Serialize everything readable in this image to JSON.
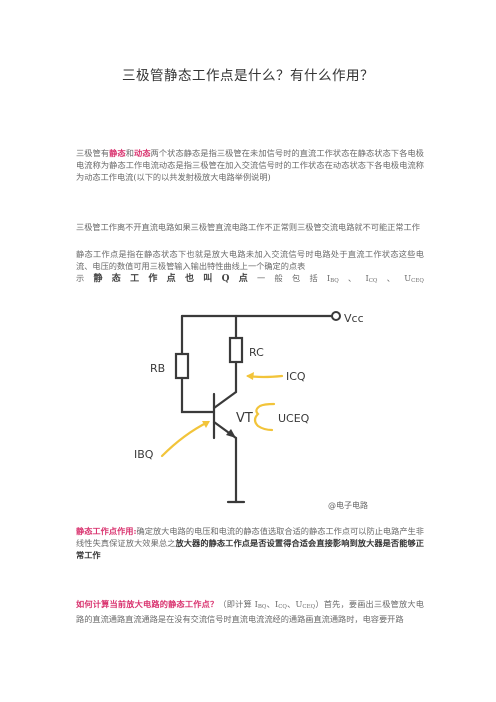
{
  "title": "三极管静态工作点是什么？有什么作用？",
  "para1": {
    "t1": "三极管有",
    "static": "静态",
    "t2": "和",
    "dynamic": "动态",
    "t3": "两个状态静态是指三极管在未加信号时的直流工作状态在静态状态下各电极电流称为静态工作电流动态是指三极管在加入交流信号时的工作状态在动态状态下各电极电流称为动态工作电流(以下的以共发射极放大电路举例说明)"
  },
  "para2": "三极管工作离不开直流电路如果三极管直流电路工作不正常则三极管交流电路就不可能正常工作",
  "para3": {
    "text": "静态工作点是指在静态状态下也就是放大电路未加入交流信号时电路处于直流工作状态这些电流、电压的数值可用三极管输入输出特性曲线上一个确定的点表",
    "spread": [
      "示",
      "静",
      "态",
      "工",
      "作",
      "点",
      "也",
      "叫",
      "Q",
      "点",
      "一",
      "般",
      "包",
      "括"
    ],
    "bold_from": 1,
    "bold_to": 9,
    "i1": "I",
    "i1sub": "BQ",
    "sep1": "、",
    "i2": "I",
    "i2sub": "CQ",
    "sep2": "、",
    "i3": "U",
    "i3sub": "CEQ"
  },
  "diagram": {
    "vcc": "Vcc",
    "rb": "RB",
    "rc": "RC",
    "icq": "ICQ",
    "vt": "VT",
    "uceq": "UCEQ",
    "ibq": "IBQ",
    "watermark": "@电子电路"
  },
  "para4": {
    "head": "静态工作点作用:",
    "t1": "确定放大电路的电压和电流的静态值选取合适的静态工作点可以防止电路产生非线性失真保证放大效果总之",
    "bold": "放大器的静态工作点是否设置得合适会直接影响到放大器是否能够正常工作"
  },
  "para5": {
    "head": "如何计算当前放大电路的静态工作点？",
    "t1": "（即计算 I",
    "s1": "BQ",
    "t2": "、I",
    "s2": "CQ",
    "t3": "、U",
    "s3": "CEQ",
    "t4": "）首先，要画出三极管放大电路的直流通路直流通路是在没有交流信号时直流电流流经的通路画直流通路时，电容要开路"
  },
  "colors": {
    "accent": "#d9326e",
    "arrow": "#f2c43a",
    "wire": "#3a3a3a"
  }
}
